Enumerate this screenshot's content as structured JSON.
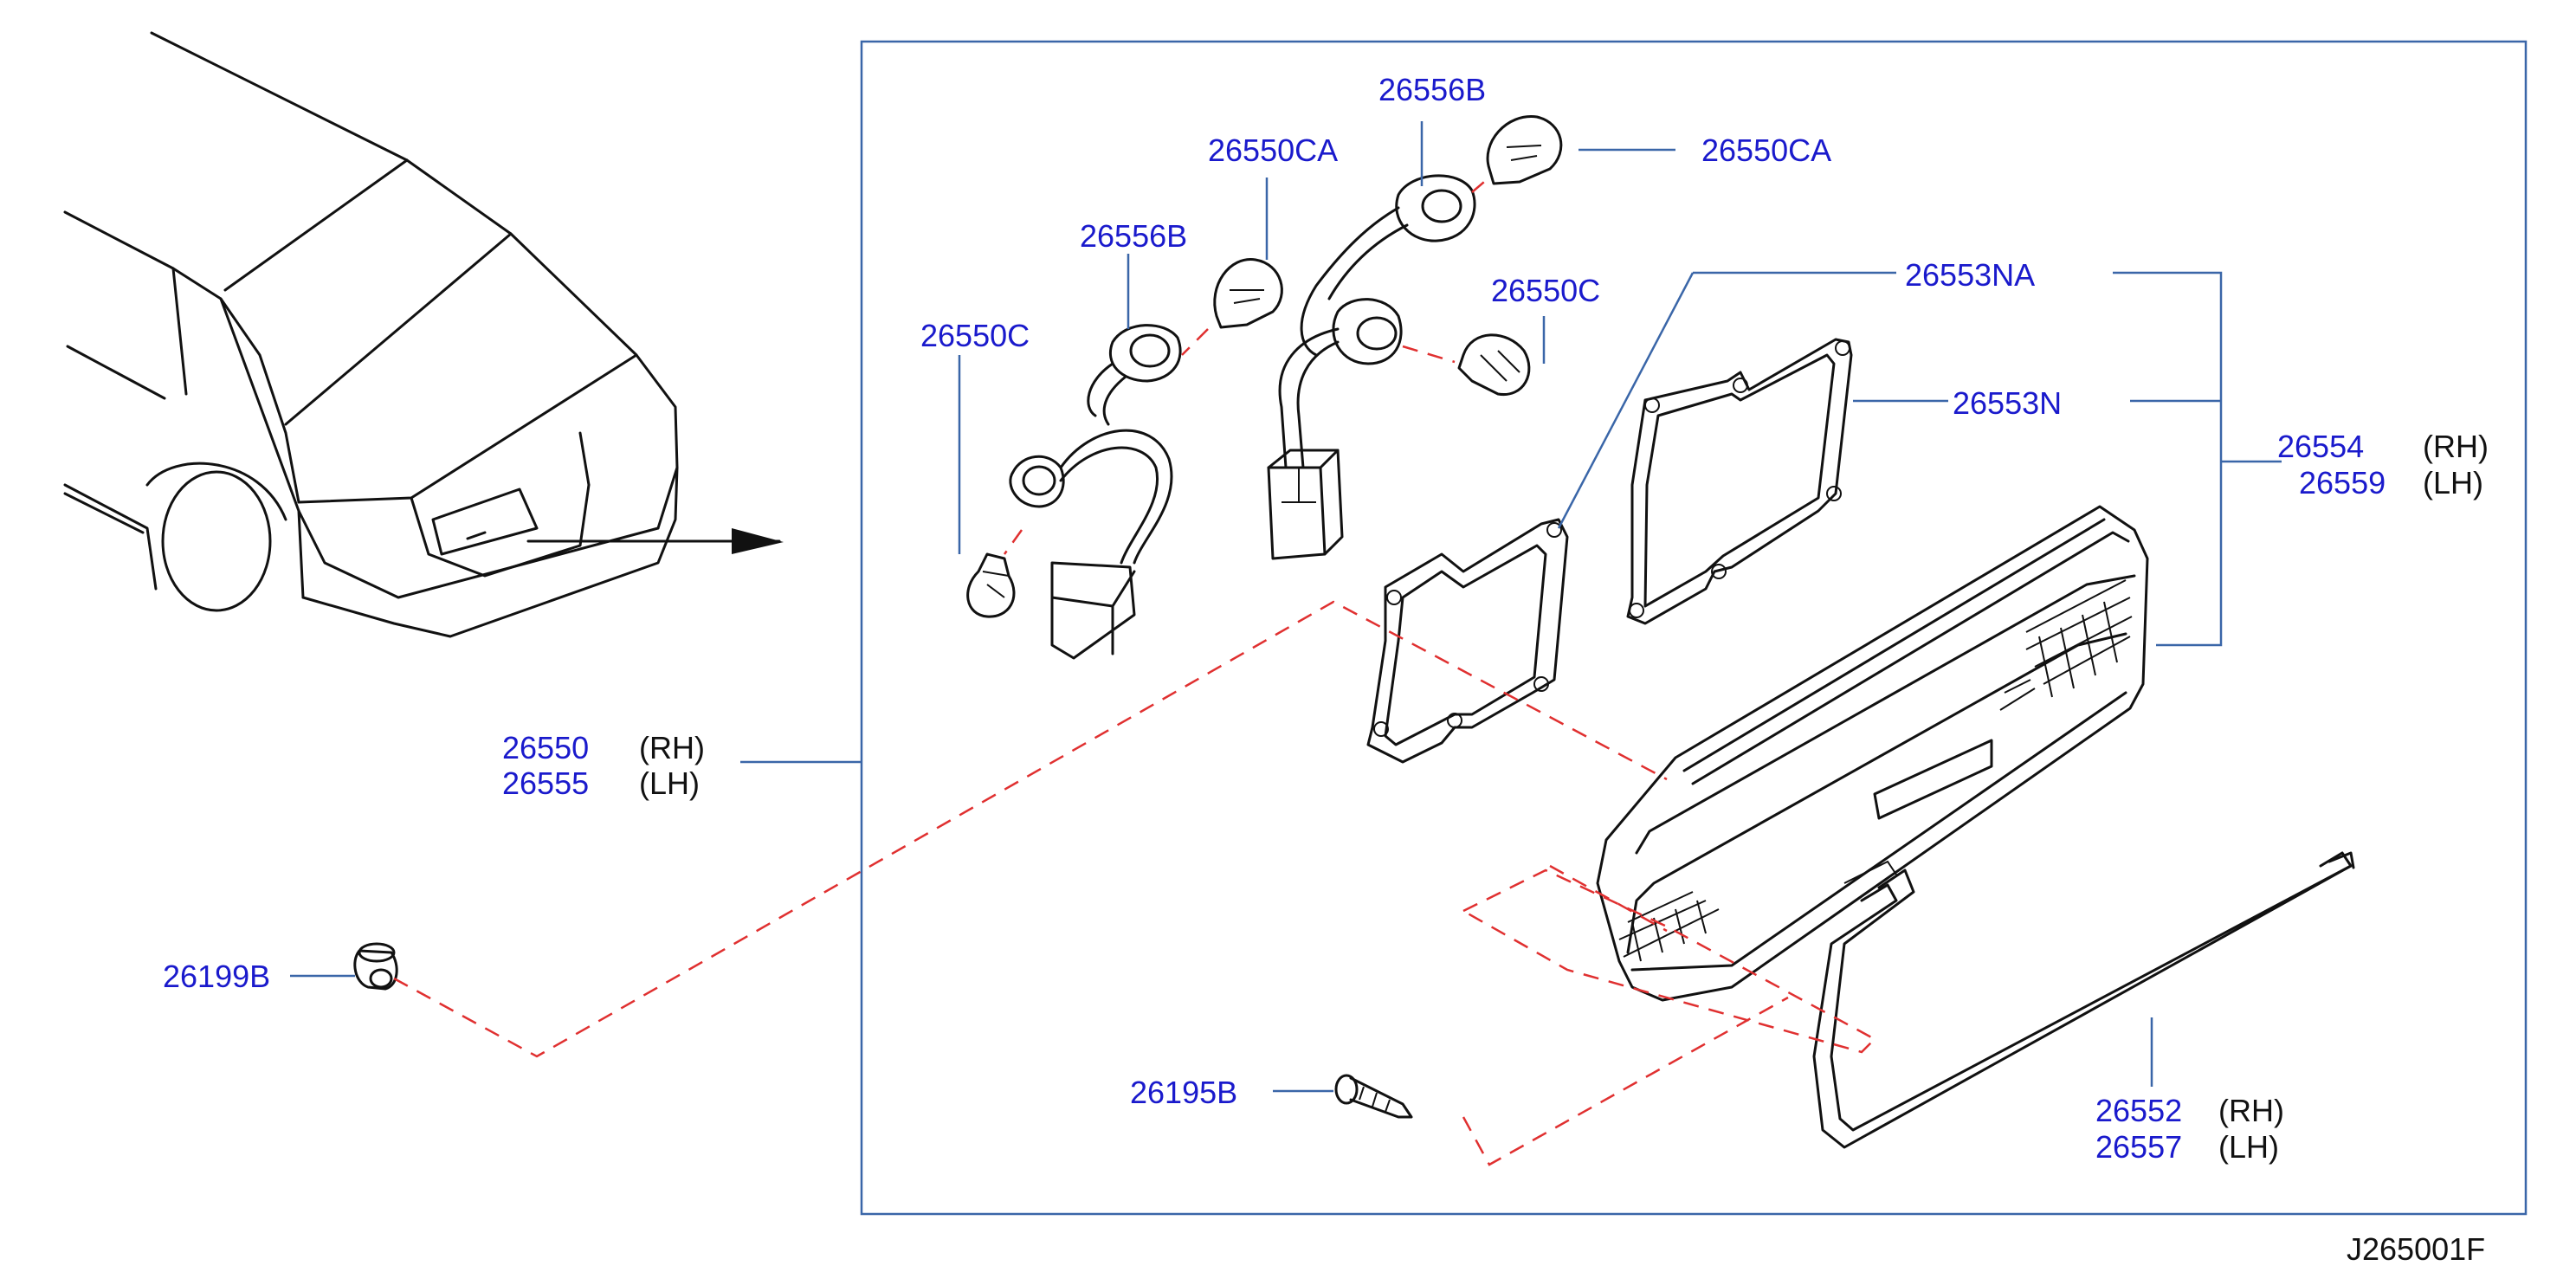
{
  "diagram": {
    "code": "J265001F",
    "labels": {
      "p26550CA_a": "26550CA",
      "p26556B_a": "26556B",
      "p26550CA_b": "26550CA",
      "p26556B_b": "26556B",
      "p26550C_a": "26550C",
      "p26550C_b": "26550C",
      "p26553NA": "26553NA",
      "p26553N": "26553N",
      "p26554": "26554",
      "p26554_side": "(RH)",
      "p26559": "26559",
      "p26559_side": "(LH)",
      "p26550": "26550",
      "p26550_side": "(RH)",
      "p26555": "26555",
      "p26555_side": "(LH)",
      "p26199B": "26199B",
      "p26195B": "26195B",
      "p26552": "26552",
      "p26552_side": "(RH)",
      "p26557": "26557",
      "p26557_side": "(LH)"
    },
    "colors": {
      "part_number": "#1a1acc",
      "leader_line": "#3a66a8",
      "dashed_guide": "#e03030",
      "drawing": "#111111"
    }
  }
}
